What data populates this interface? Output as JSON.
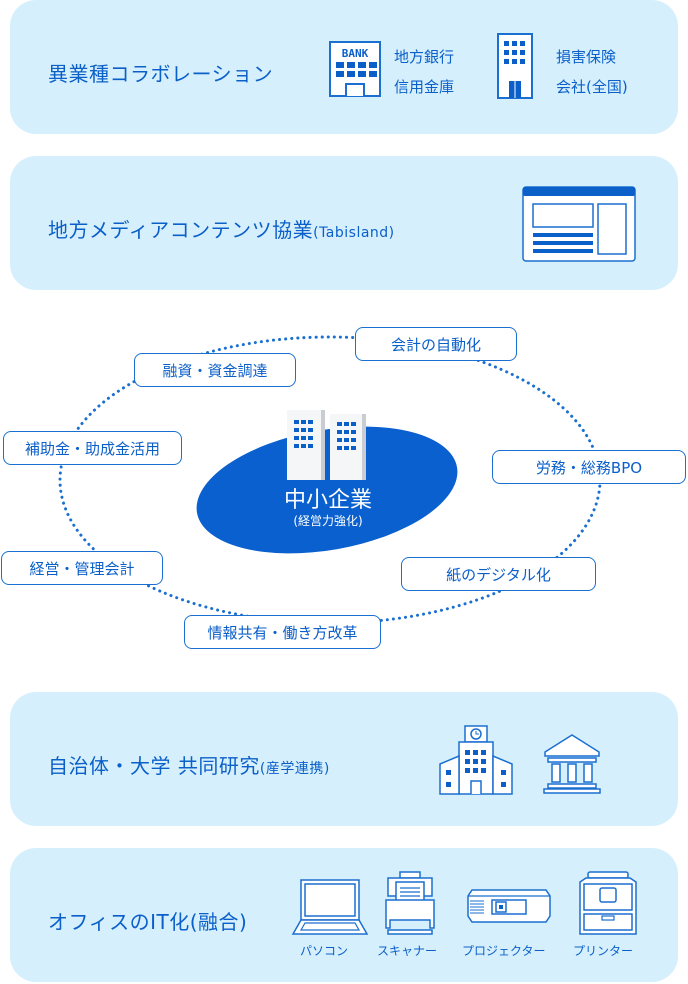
{
  "colors": {
    "panel_bg": "#d5f0fc",
    "accent": "#0b5fc9",
    "hub": "#0a60cf"
  },
  "panels": {
    "collab": {
      "title": "異業種コラボレーション",
      "bank_icon_text": "BANK",
      "bank_lines": [
        "地方銀行",
        "信用金庫"
      ],
      "insurance_lines": [
        "損害保険",
        "会社(全国)"
      ]
    },
    "media": {
      "title": "地方メディアコンテンツ協業",
      "subtitle": "(Tabisland)"
    },
    "research": {
      "title": "自治体・大学 共同研究",
      "subtitle": "(産学連携)"
    },
    "office": {
      "title": "オフィスのIT化(融合)",
      "devices": [
        "パソコン",
        "スキャナー",
        "プロジェクター",
        "プリンター"
      ]
    }
  },
  "hub": {
    "title": "中小企業",
    "subtitle": "(経営力強化)"
  },
  "cycle_items": [
    "融資・資金調達",
    "会計の自動化",
    "補助金・助成金活用",
    "労務・総務BPO",
    "経営・管理会計",
    "紙のデジタル化",
    "情報共有・働き方改革"
  ]
}
